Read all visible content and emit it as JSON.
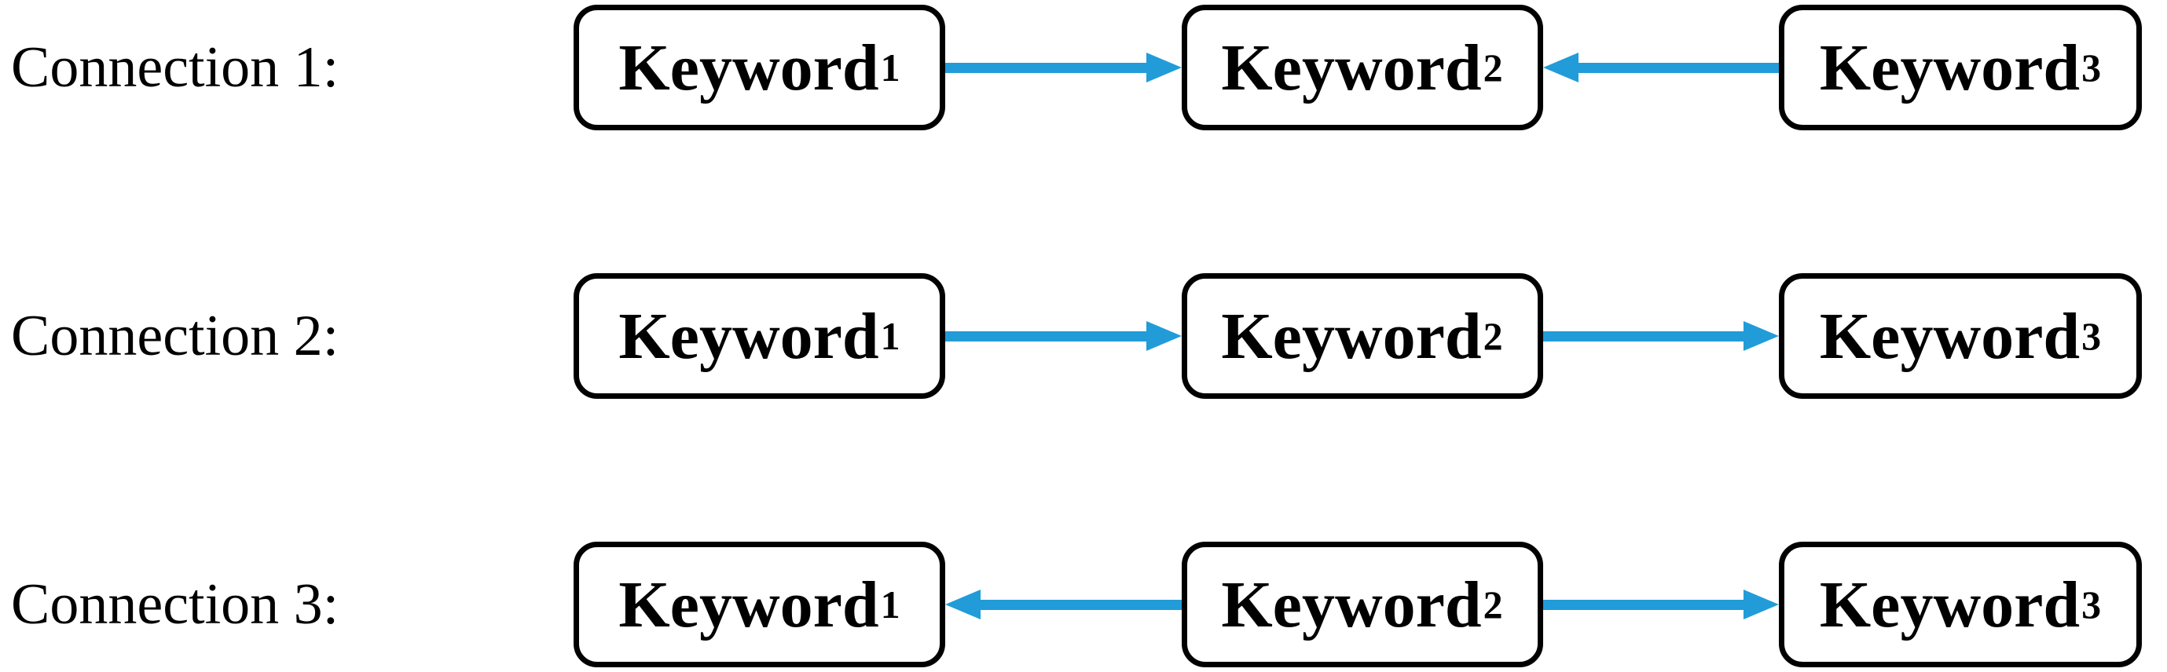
{
  "colors": {
    "arrow_blue": "#219CD9",
    "box_border": "#000000",
    "text": "#000000",
    "background": "#FFFFFF"
  },
  "rows": [
    {
      "label": "Connection 1:",
      "boxes": [
        {
          "label": "Keyword",
          "sub": "1"
        },
        {
          "label": "Keyword",
          "sub": "2"
        },
        {
          "label": "Keyword",
          "sub": "3"
        }
      ],
      "arrows": [
        {
          "direction": "right",
          "from": "Keyword1",
          "to": "Keyword2"
        },
        {
          "direction": "left",
          "from": "Keyword3",
          "to": "Keyword2"
        }
      ]
    },
    {
      "label": "Connection 2:",
      "boxes": [
        {
          "label": "Keyword",
          "sub": "1"
        },
        {
          "label": "Keyword",
          "sub": "2"
        },
        {
          "label": "Keyword",
          "sub": "3"
        }
      ],
      "arrows": [
        {
          "direction": "right",
          "from": "Keyword1",
          "to": "Keyword2"
        },
        {
          "direction": "right",
          "from": "Keyword2",
          "to": "Keyword3"
        }
      ]
    },
    {
      "label": "Connection 3:",
      "boxes": [
        {
          "label": "Keyword",
          "sub": "1"
        },
        {
          "label": "Keyword",
          "sub": "2"
        },
        {
          "label": "Keyword",
          "sub": "3"
        }
      ],
      "arrows": [
        {
          "direction": "left",
          "from": "Keyword2",
          "to": "Keyword1"
        },
        {
          "direction": "right",
          "from": "Keyword2",
          "to": "Keyword3"
        }
      ]
    }
  ]
}
